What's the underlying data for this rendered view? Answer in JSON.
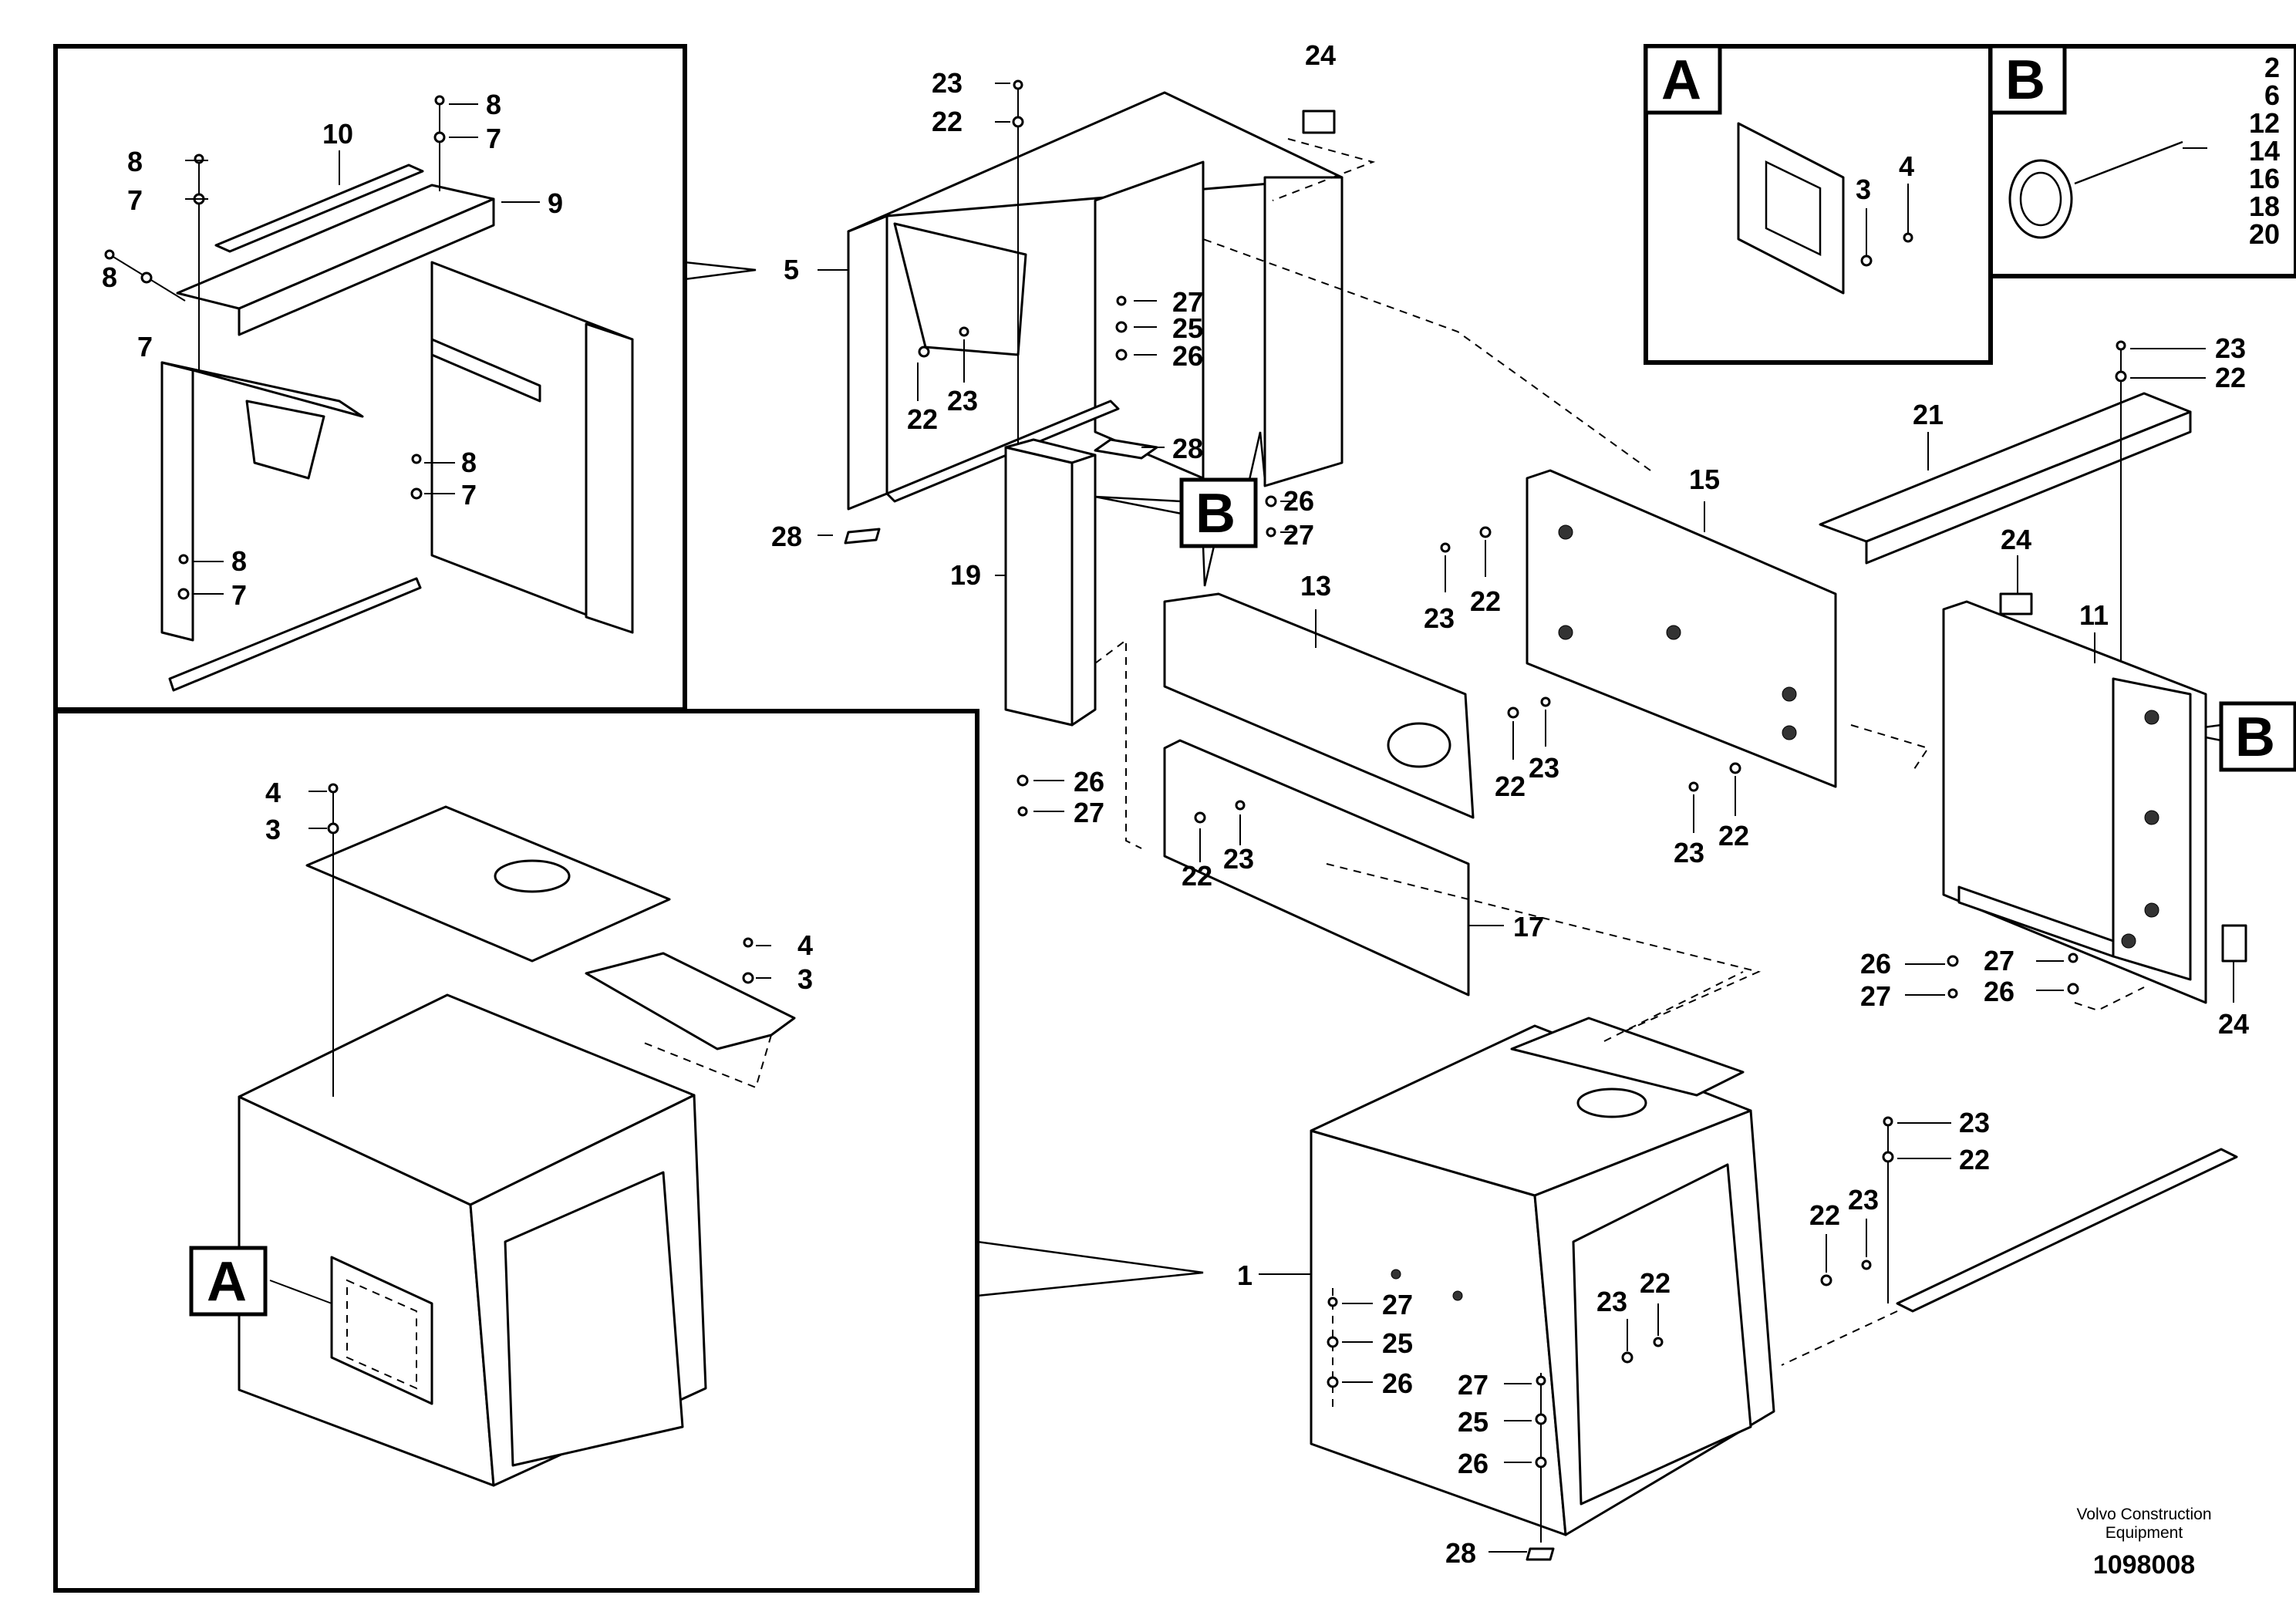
{
  "callouts": {
    "c8a": "8",
    "c7a": "7",
    "c10": "10",
    "c8b": "8",
    "c7b": "7",
    "c9": "9",
    "c8c": "8",
    "c7c": "7",
    "c8d": "8",
    "c7d": "7",
    "c8e": "8",
    "c7e": "7",
    "c23a": "23",
    "c22a": "22",
    "c5": "5",
    "c27a": "27",
    "c25a": "25",
    "c26a": "26",
    "c22b": "22",
    "c23b": "23",
    "c28a": "28",
    "c24a": "24",
    "c26b": "26",
    "c27b": "27",
    "c28b": "28",
    "c19": "19",
    "c13": "13",
    "c26c": "26",
    "c27c": "27",
    "c22c": "22",
    "c23c": "23",
    "c17": "17",
    "c15": "15",
    "c23d": "23",
    "c22d": "22",
    "c22e": "22",
    "c23e": "23",
    "c23f": "23",
    "c22f": "22",
    "c21": "21",
    "c23g": "23",
    "c22g": "22",
    "c24b": "24",
    "c11": "11",
    "c26d": "26",
    "c27d": "27",
    "c27e": "27",
    "c26e": "26",
    "c24c": "24",
    "c4a": "4",
    "c3a": "3",
    "c4b": "4",
    "c3b": "3",
    "c3c": "3",
    "c4c": "4",
    "c1": "1",
    "c27f": "27",
    "c25b": "25",
    "c26f": "26",
    "c23h": "23",
    "c22h": "22",
    "c22i": "22",
    "c23i": "23",
    "c23j": "23",
    "c22j": "22",
    "c27g": "27",
    "c25c": "25",
    "c26g": "26",
    "c28c": "28"
  },
  "detail_b_list": [
    "2",
    "6",
    "12",
    "14",
    "16",
    "18",
    "20"
  ],
  "detail_labels": {
    "a": "A",
    "b": "B"
  },
  "footer": {
    "line1": "Volvo Construction",
    "line2": "Equipment",
    "code": "1098008"
  }
}
